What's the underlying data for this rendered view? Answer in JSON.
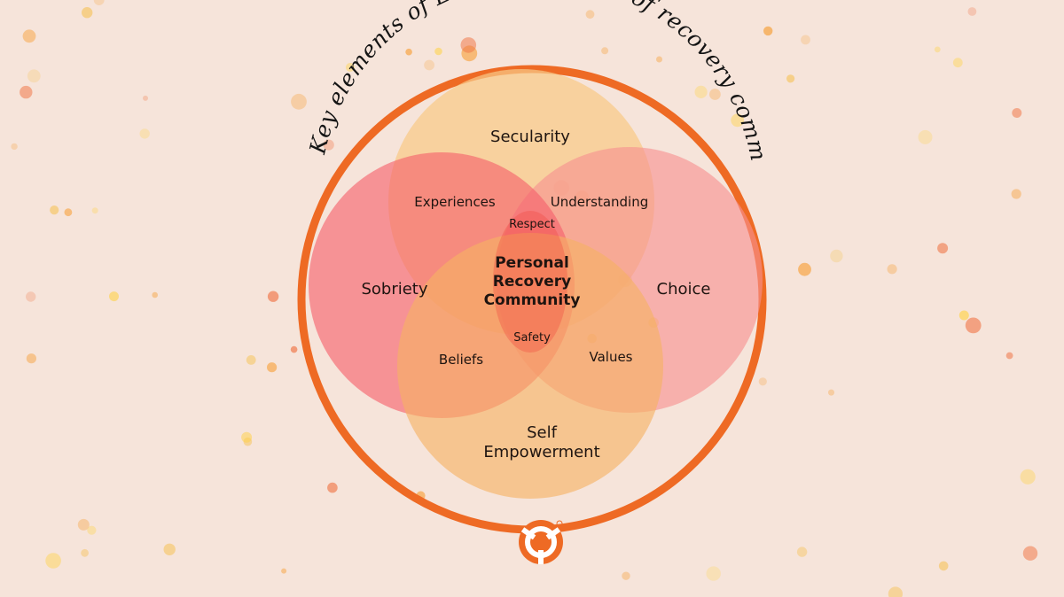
{
  "title": "Key elements of Lorraine's circle of recovery community:",
  "circles": {
    "top": "Secularity",
    "left": "Sobriety",
    "right": "Choice",
    "bottom_line1": "Self",
    "bottom_line2": "Empowerment"
  },
  "intersections": {
    "top_left": "Experiences",
    "top_right": "Understanding",
    "bottom_left": "Beliefs",
    "bottom_right": "Values",
    "upper_center": "Respect",
    "lower_center": "Safety"
  },
  "center": {
    "line1": "Personal",
    "line2": "Recovery",
    "line3": "Community"
  },
  "colors": {
    "background": "#f6e4da",
    "ring": "#ee6a24",
    "top_circle": "#f8c987",
    "left_circle": "#f5606a",
    "right_circle": "#f78f8f",
    "bottom_circle": "#f6b262"
  },
  "logo": "recovery-community-logo-icon"
}
